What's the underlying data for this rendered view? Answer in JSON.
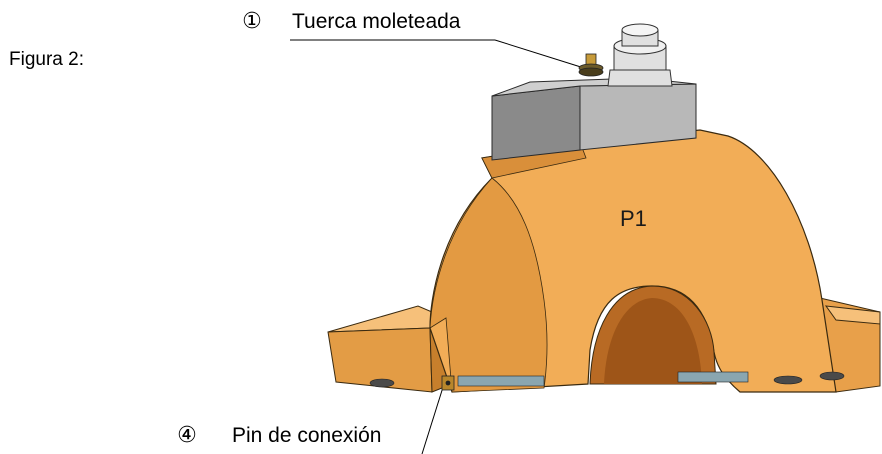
{
  "figure_label": "Figura 2:",
  "part_marking": "P1",
  "callouts": [
    {
      "number": "①",
      "label": "Tuerca moleteada"
    },
    {
      "number": "④",
      "label": "Pin de conexión"
    }
  ],
  "colors": {
    "clamp_body": "#f2ad57",
    "clamp_shadow": "#d98f3a",
    "box_top": "#8a8a8a",
    "box_side": "#b8b8b8",
    "gland": "#e0e0e0",
    "pin": "#b8862b"
  }
}
